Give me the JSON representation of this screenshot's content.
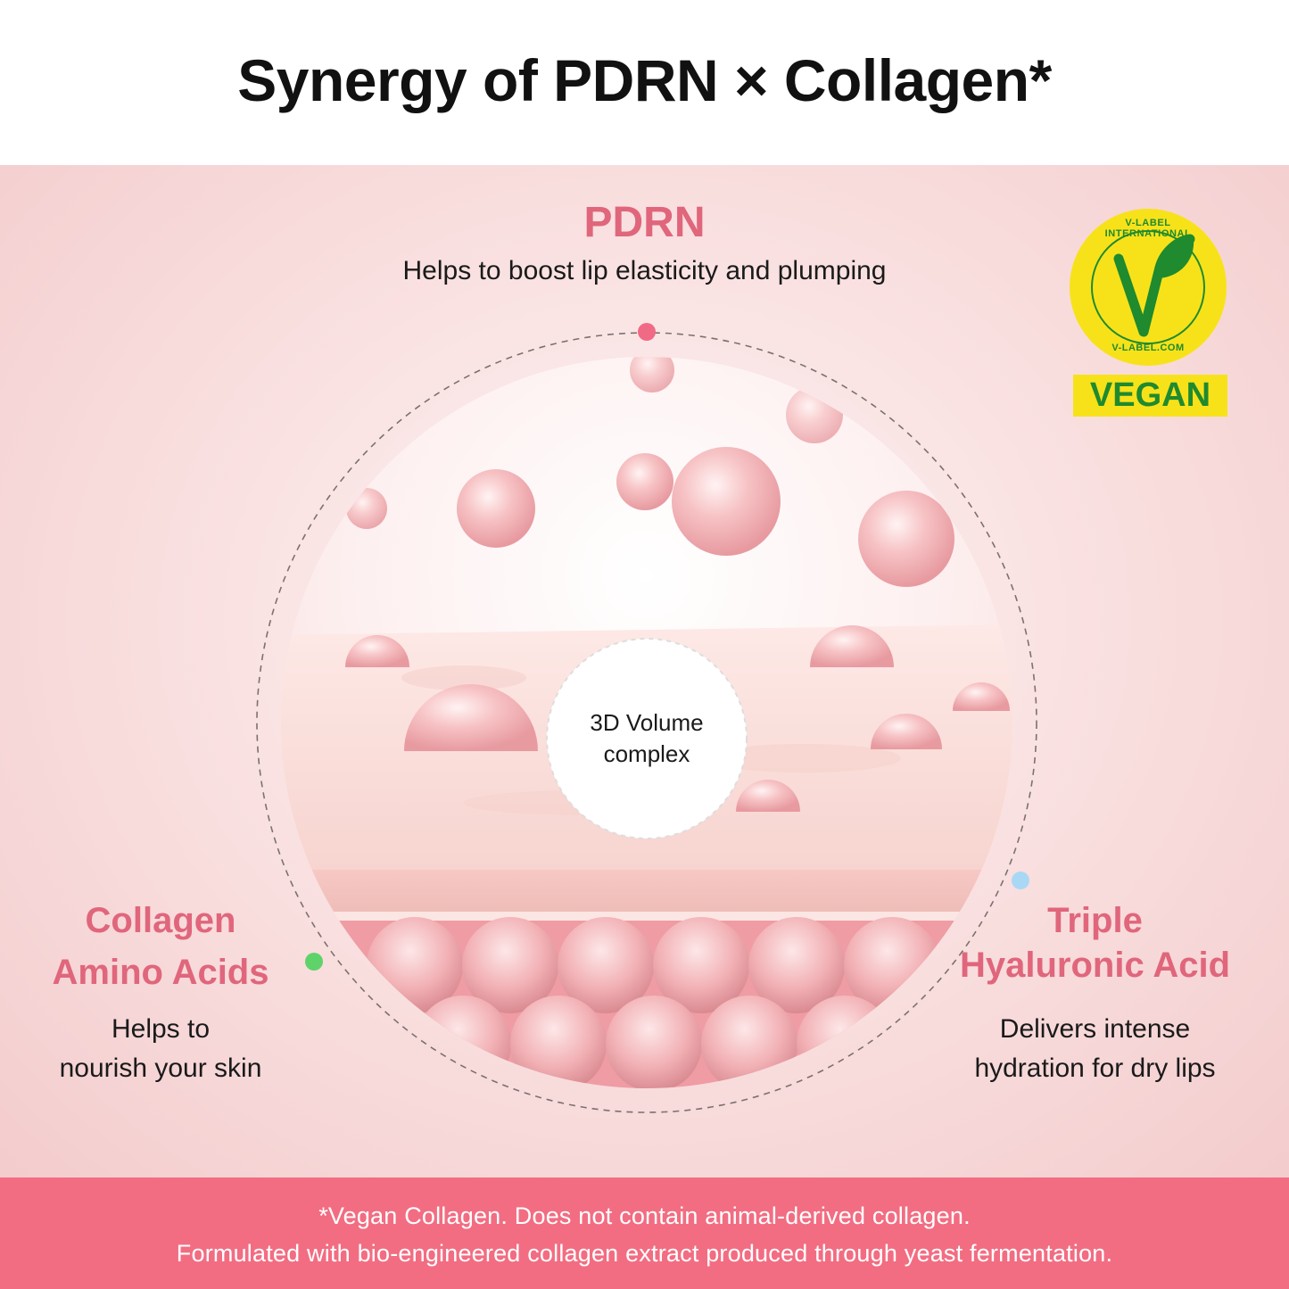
{
  "title": "Synergy of PDRN × Collagen*",
  "pdrn": {
    "title": "PDRN",
    "desc": "Helps to boost lip elasticity and plumping"
  },
  "collagen": {
    "title_line1": "Collagen",
    "title_line2": "Amino Acids",
    "desc_line1": "Helps to",
    "desc_line2": "nourish your skin"
  },
  "hyaluronic": {
    "title_line1": "Triple",
    "title_line2": "Hyaluronic Acid",
    "desc_line1": "Delivers intense",
    "desc_line2": "hydration for dry lips"
  },
  "center_label": {
    "line1": "3D Volume",
    "line2": "complex"
  },
  "badge": {
    "ring_top": "V-LABEL INTERNATIONAL",
    "ring_bottom": "V-LABEL.COM",
    "vegan": "VEGAN"
  },
  "footer": {
    "line1": "*Vegan Collagen. Does not contain animal-derived collagen.",
    "line2": "Formulated with bio-engineered collagen extract produced through yeast fermentation."
  },
  "colors": {
    "accent": "#e0667c",
    "footer_bg": "#f26d82",
    "badge_yellow": "#f7e21a",
    "badge_green": "#1f8a2e",
    "dot_pink": "#f06a86",
    "dot_green": "#5fd36a",
    "dot_blue": "#a9d8f5"
  }
}
